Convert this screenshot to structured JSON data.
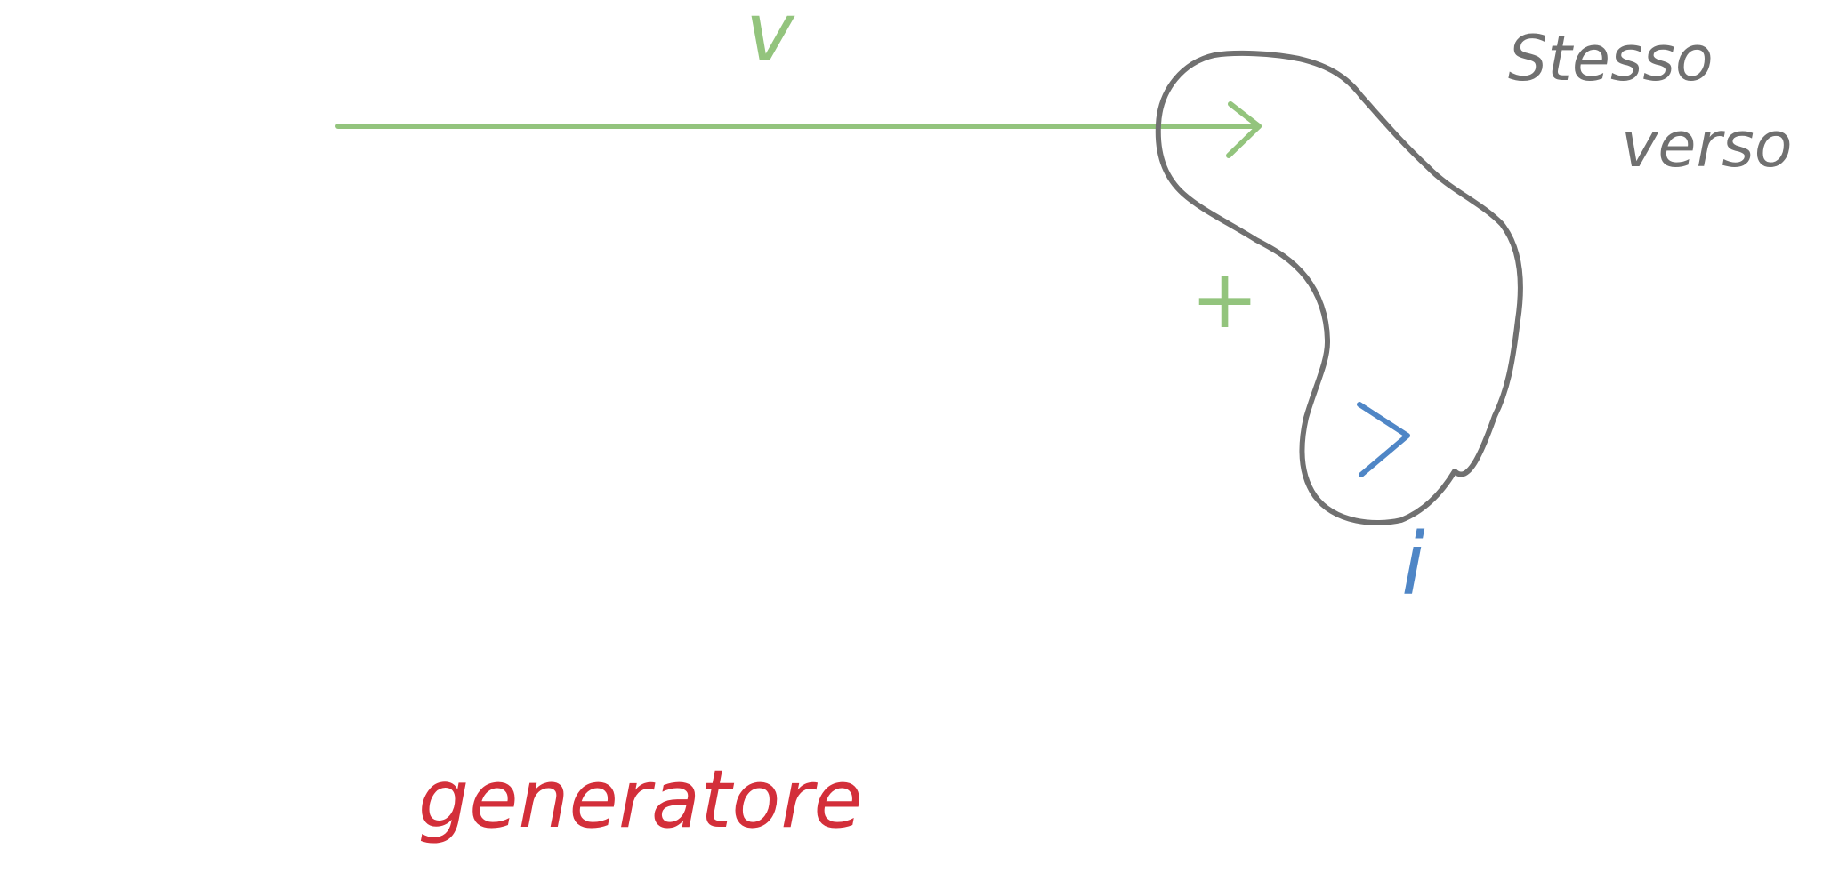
{
  "colors": {
    "green": "#93c47d",
    "gray": "#707070",
    "blue": "#4f86c6",
    "red": "#d32f3a"
  },
  "labels": {
    "v": "v",
    "i": "i",
    "plus": "+",
    "stesso": "Stesso",
    "verso": "verso",
    "generatore": "generatore"
  },
  "icons": {
    "green_arrow": "chevron-right-icon",
    "blue_arrow": "chevron-right-icon"
  }
}
